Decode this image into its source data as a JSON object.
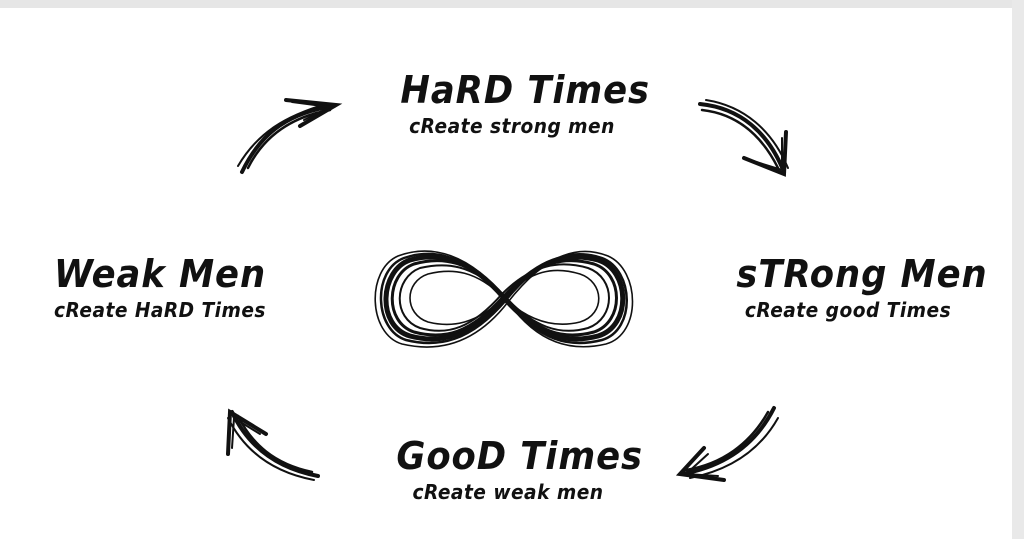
{
  "diagram": {
    "nodes": [
      {
        "id": "top",
        "title": "HaRD Times",
        "subtitle": "cReate strong men"
      },
      {
        "id": "right",
        "title": "sTRong Men",
        "subtitle": "cReate good Times"
      },
      {
        "id": "bottom",
        "title": "GooD Times",
        "subtitle": "cReate weak men"
      },
      {
        "id": "left",
        "title": "Weak Men",
        "subtitle": "cReate HaRD Times"
      }
    ],
    "center_symbol": "infinity-icon",
    "colors": {
      "ink": "#111111",
      "background": "#ffffff"
    }
  }
}
